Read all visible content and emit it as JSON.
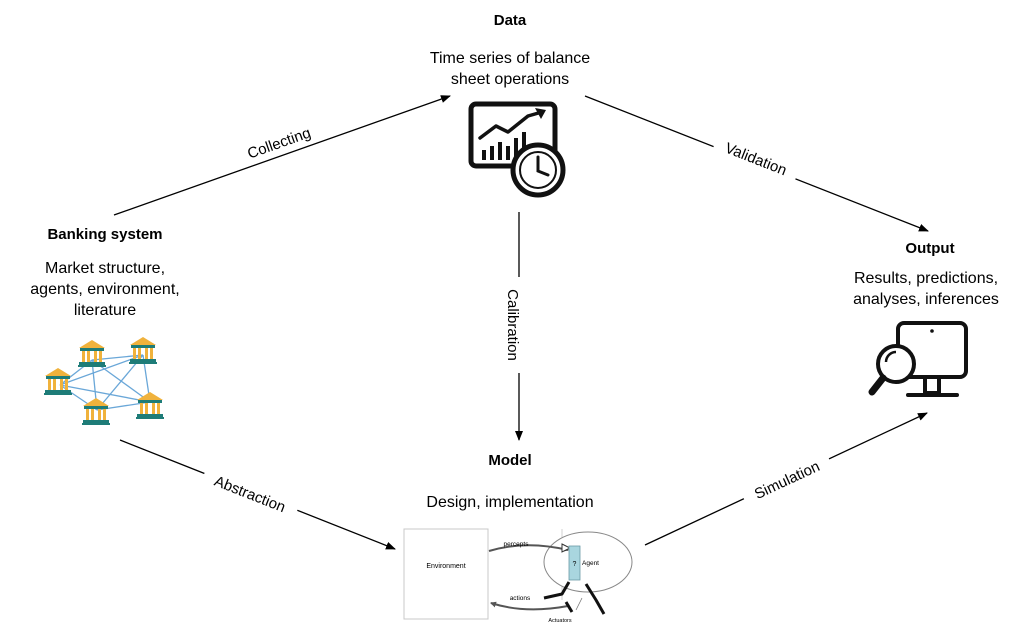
{
  "nodes": {
    "data": {
      "title": "Data",
      "description_line1": "Time series of balance",
      "description_line2": "sheet operations"
    },
    "banking": {
      "title": "Banking system",
      "description_line1": "Market structure,",
      "description_line2": "agents, environment,",
      "description_line3": "literature"
    },
    "output": {
      "title": "Output",
      "description_line1": "Results, predictions,",
      "description_line2": "analyses, inferences"
    },
    "model": {
      "title": "Model",
      "description": "Design, implementation"
    }
  },
  "edges": {
    "collecting": "Collecting",
    "validation": "Validation",
    "calibration": "Calibration",
    "abstraction": "Abstraction",
    "simulation": "Simulation"
  },
  "agent_figure": {
    "environment": "Environment",
    "percepts": "percepts",
    "actions": "actions",
    "agent": "Agent",
    "question": "?",
    "actuators": "Actuators"
  },
  "colors": {
    "bank_gold": "#f0b23c",
    "bank_teal": "#1e7c78",
    "network_blue": "#6aa7d8",
    "agent_box": "#a9d6df"
  }
}
